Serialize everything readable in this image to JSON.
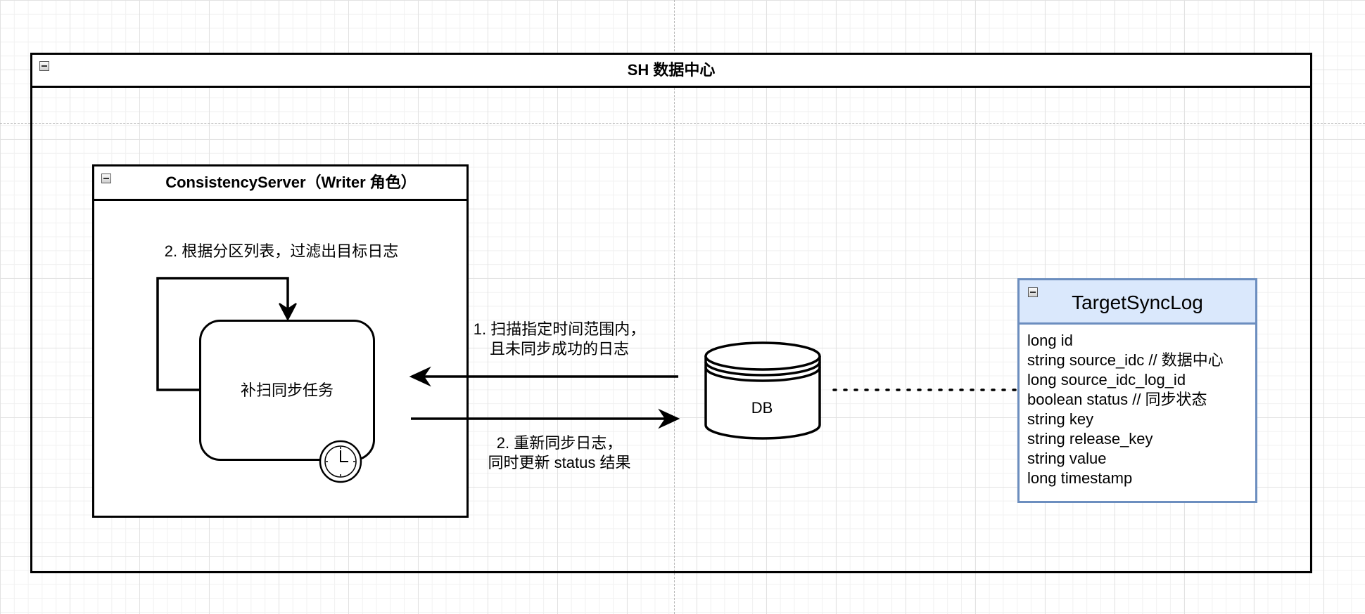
{
  "pool": {
    "title": "SH 数据中心"
  },
  "server": {
    "title": "ConsistencyServer（Writer 角色）"
  },
  "loop_label": "2. 根据分区列表，过滤出目标日志",
  "task": {
    "label": "补扫同步任务",
    "timer_icon": "clock-icon"
  },
  "flow_scan": {
    "line1": "1. 扫描指定时间范围内，",
    "line2": "且未同步成功的日志"
  },
  "flow_sync": {
    "line1": "2. 重新同步日志，",
    "line2": "同时更新 status 结果"
  },
  "db": {
    "label": "DB"
  },
  "entity": {
    "title": "TargetSyncLog",
    "fields": [
      "long id",
      "string source_idc // 数据中心",
      "long source_idc_log_id",
      "boolean status // 同步状态",
      "string key",
      "string release_key",
      "string value",
      "long timestamp"
    ]
  },
  "colors": {
    "stroke": "#000000",
    "entity_header_fill": "#dae8fc",
    "entity_border": "#6c8ebf",
    "grid": "#e2e2e2"
  }
}
